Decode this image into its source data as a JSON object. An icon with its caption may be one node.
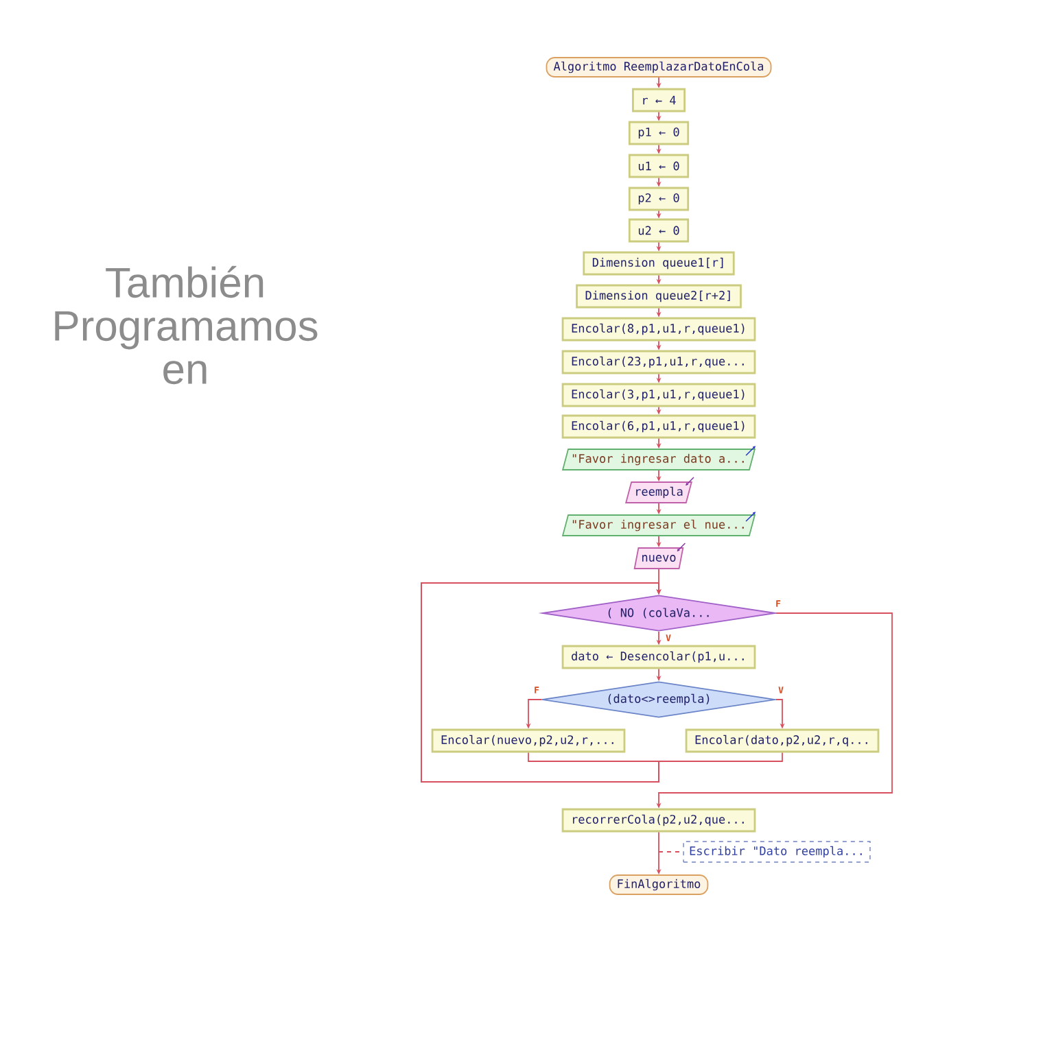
{
  "diagram": {
    "nodes": [
      {
        "text": [
          "Algoritmo ReemplazarDatoEnCola"
        ]
      },
      {
        "text": [
          "r ← 4"
        ]
      },
      {
        "text": [
          "p1 ← 0"
        ]
      },
      {
        "text": [
          "u1 ← 0"
        ]
      },
      {
        "text": [
          "p2 ← 0"
        ]
      },
      {
        "text": [
          "u2 ← 0"
        ]
      },
      {
        "text": [
          "Dimension queue1[r]"
        ]
      },
      {
        "text": [
          "Dimension queue2[r+2]"
        ]
      },
      {
        "text": [
          "Encolar(8,p1,u1,r,queue1)"
        ]
      },
      {
        "text": [
          "Encolar(23,p1,u1,r,que..."
        ]
      },
      {
        "text": [
          "Encolar(3,p1,u1,r,queue1)"
        ]
      },
      {
        "text": [
          "Encolar(6,p1,u1,r,queue1)"
        ]
      },
      {
        "text": [
          "\"Favor ingresar dato a..."
        ]
      },
      {
        "text": [
          "reempla"
        ]
      },
      {
        "text": [
          "\"Favor ingresar el nue..."
        ]
      },
      {
        "text": [
          "nuevo"
        ]
      },
      {
        "text": [
          "( NO (colaVa..."
        ]
      },
      {
        "text": [
          "dato ← Desencolar(p1,u..."
        ]
      },
      {
        "text": [
          "(dato<>reempla)"
        ]
      },
      {
        "text": [
          "Encolar(nuevo,p2,u2,r,..."
        ]
      },
      {
        "text": [
          "Encolar(dato,p2,u2,r,q..."
        ]
      },
      {
        "text": [
          "recorrerCola(p2,u2,que..."
        ]
      },
      {
        "text": [
          "Escribir \"Dato reempla..."
        ]
      },
      {
        "text": [
          "FinAlgoritmo"
        ]
      }
    ],
    "edges": [
      {
        "from": 0,
        "to": 1,
        "arrow": "to"
      },
      {
        "from": 1,
        "to": 2,
        "arrow": "to"
      },
      {
        "from": 2,
        "to": 3,
        "arrow": "to"
      },
      {
        "from": 3,
        "to": 4,
        "arrow": "to"
      },
      {
        "from": 4,
        "to": 5,
        "arrow": "to"
      },
      {
        "from": 5,
        "to": 6,
        "arrow": "to"
      },
      {
        "from": 6,
        "to": 7,
        "arrow": "to"
      },
      {
        "from": 7,
        "to": 8,
        "arrow": "to"
      },
      {
        "from": 8,
        "to": 9,
        "arrow": "to"
      },
      {
        "from": 9,
        "to": 10,
        "arrow": "to"
      },
      {
        "from": 10,
        "to": 11,
        "arrow": "to"
      },
      {
        "from": 11,
        "to": 12,
        "arrow": "to"
      },
      {
        "from": 12,
        "to": 13,
        "arrow": "to"
      },
      {
        "from": 13,
        "to": 14,
        "arrow": "to"
      },
      {
        "from": 14,
        "to": 15,
        "arrow": "to"
      },
      {
        "from": 15,
        "to": 16,
        "arrow": "to"
      },
      {
        "from": 16,
        "to": 17,
        "arrow": "to",
        "label": "V"
      },
      {
        "from": 17,
        "to": 18,
        "arrow": "to"
      },
      {
        "from": 18,
        "to": 19,
        "arrow": "to",
        "label": "F"
      },
      {
        "from": 18,
        "to": 20,
        "arrow": "to",
        "label": "V"
      },
      {
        "from": 19,
        "to": 16,
        "arrow": "to"
      },
      {
        "from": 20,
        "to": 16,
        "arrow": "to"
      },
      {
        "from": 16,
        "to": 21,
        "arrow": "to",
        "label": "F"
      },
      {
        "from": 21,
        "to": 23,
        "arrow": "to"
      },
      {
        "from": null,
        "to": 22,
        "arrow": "none",
        "style": "dashed"
      }
    ],
    "labels": [
      "También Programamos en"
    ]
  }
}
